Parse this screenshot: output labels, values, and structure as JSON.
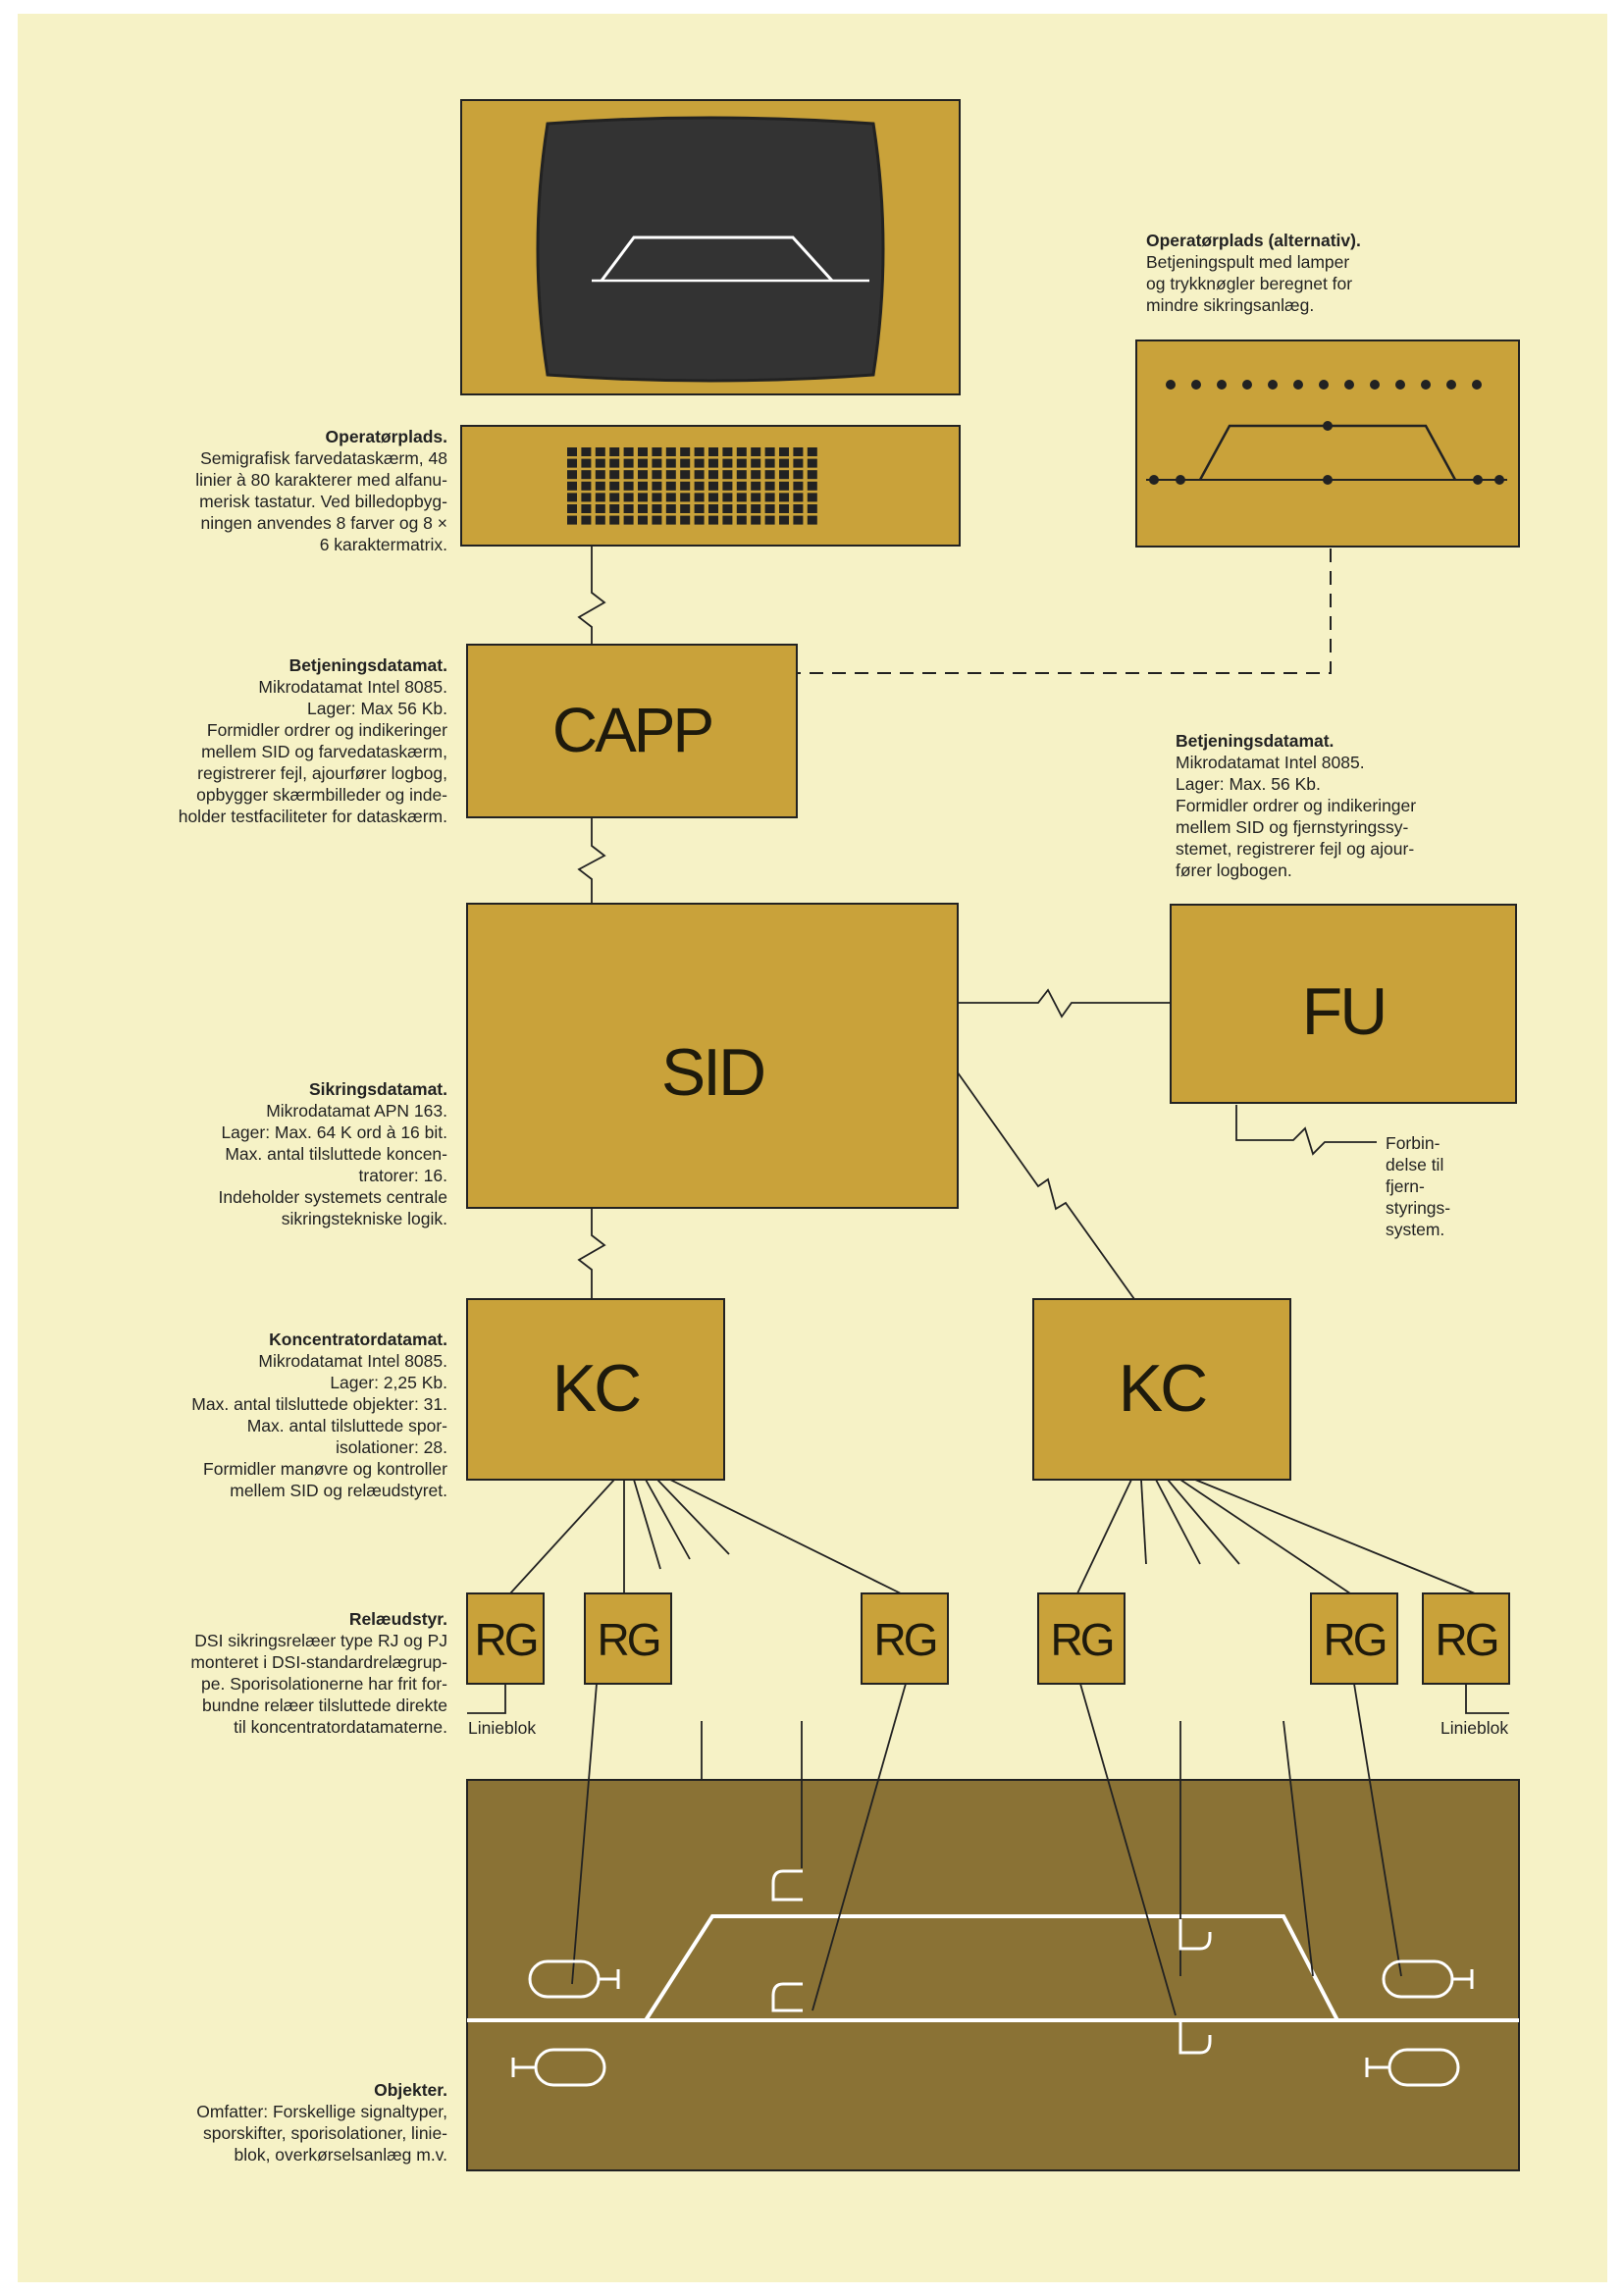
{
  "colors": {
    "page": "#f6f2c6",
    "box": "#c9a23a",
    "track_panel": "#8a7235",
    "screen": "#333333",
    "line": "#222222",
    "track": "#ffffff"
  },
  "operator_station": {
    "title": "Operatørplads.",
    "lines": [
      "Semigrafisk farvedataskærm, 48",
      "linier à 80 karakterer med alfanu-",
      "merisk tastatur. Ved billedopbyg-",
      "ningen anvendes 8 farver og 8 ×",
      "6 karaktermatrix."
    ]
  },
  "operator_station_alt": {
    "title": "Operatørplads (alternativ).",
    "lines": [
      "Betjeningspult med lamper",
      "og trykknøgler beregnet for",
      "mindre sikringsanlæg."
    ]
  },
  "capp": {
    "label": "CAPP",
    "title": "Betjeningsdatamat.",
    "lines": [
      "Mikrodatamat Intel 8085.",
      "Lager: Max 56 Kb.",
      "Formidler ordrer og indikeringer",
      "mellem SID og farvedataskærm,",
      "registrerer fejl, ajourfører logbog,",
      "opbygger skærmbilleder og inde-",
      "holder testfaciliteter for dataskærm."
    ]
  },
  "fu": {
    "label": "FU",
    "title": "Betjeningsdatamat.",
    "lines": [
      "Mikrodatamat Intel 8085.",
      "Lager: Max. 56 Kb.",
      "Formidler ordrer og indikeringer",
      "mellem SID og fjernstyringssy-",
      "stemet, registrerer fejl og ajour-",
      "fører logbogen."
    ]
  },
  "sid": {
    "label": "SID",
    "title": "Sikringsdatamat.",
    "lines": [
      "Mikrodatamat APN 163.",
      "Lager: Max. 64 K ord à 16 bit.",
      "Max. antal tilsluttede koncen-",
      "tratorer: 16.",
      "Indeholder systemets centrale",
      "sikringstekniske logik."
    ]
  },
  "remote_connection": {
    "lines": [
      "Forbin-",
      "delse til",
      "fjern-",
      "styrings-",
      "system."
    ]
  },
  "kc": {
    "label_left": "KC",
    "label_right": "KC",
    "title": "Koncentratordatamat.",
    "lines": [
      "Mikrodatamat Intel 8085.",
      "Lager: 2,25 Kb.",
      "Max. antal tilsluttede objekter: 31.",
      "Max. antal tilsluttede spor-",
      "isolationer: 28.",
      "Formidler manøvre og kontroller",
      "mellem SID og relæudstyret."
    ]
  },
  "relay": {
    "groups": [
      "RG",
      "RG",
      "RG",
      "RG",
      "RG",
      "RG"
    ],
    "title": "Relæudstyr.",
    "lines": [
      "DSI sikringsrelæer type RJ og PJ",
      "monteret i DSI-standardrelægrup-",
      "pe. Sporisolationerne har frit for-",
      "bundne relæer tilsluttede direkte",
      "til koncentratordatamaterne."
    ],
    "linieblok_left": "Linieblok",
    "linieblok_right": "Linieblok"
  },
  "objects": {
    "title": "Objekter.",
    "lines": [
      "Omfatter: Forskellige signaltyper,",
      "sporskifter, sporisolationer, linie-",
      "blok, overkørselsanlæg m.v."
    ]
  }
}
